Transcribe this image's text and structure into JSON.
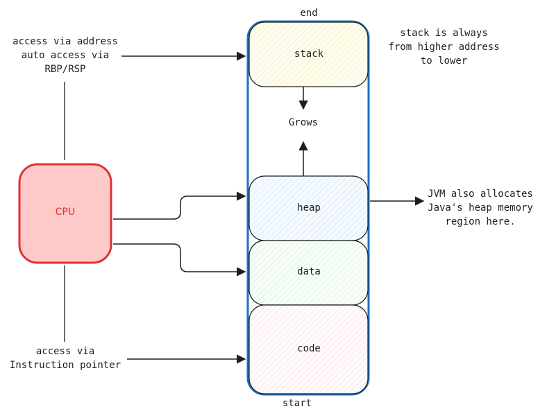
{
  "memory": {
    "end_label": "end",
    "start_label": "start",
    "segments": {
      "stack": "stack",
      "grows": "Grows",
      "heap": "heap",
      "data": "data",
      "code": "code"
    }
  },
  "cpu": {
    "label": "CPU"
  },
  "annotations": {
    "address_access": "access via address\nauto access via\nRBP/RSP",
    "instruction_access": "access via\nInstruction pointer",
    "stack_note": "stack is always\nfrom higher address\nto lower",
    "jvm_note": "JVM also allocates\nJava's heap memory\nregion here."
  },
  "colors": {
    "outline": "#1e1e1e",
    "memory_border": "#1971c2",
    "cpu_stroke": "#e03131",
    "cpu_fill": "#ffc9c9",
    "stack_fill": "#fff9db",
    "heap_fill": "#e7f5ff",
    "data_fill": "#ebfbee",
    "code_fill": "#fff0f6"
  }
}
